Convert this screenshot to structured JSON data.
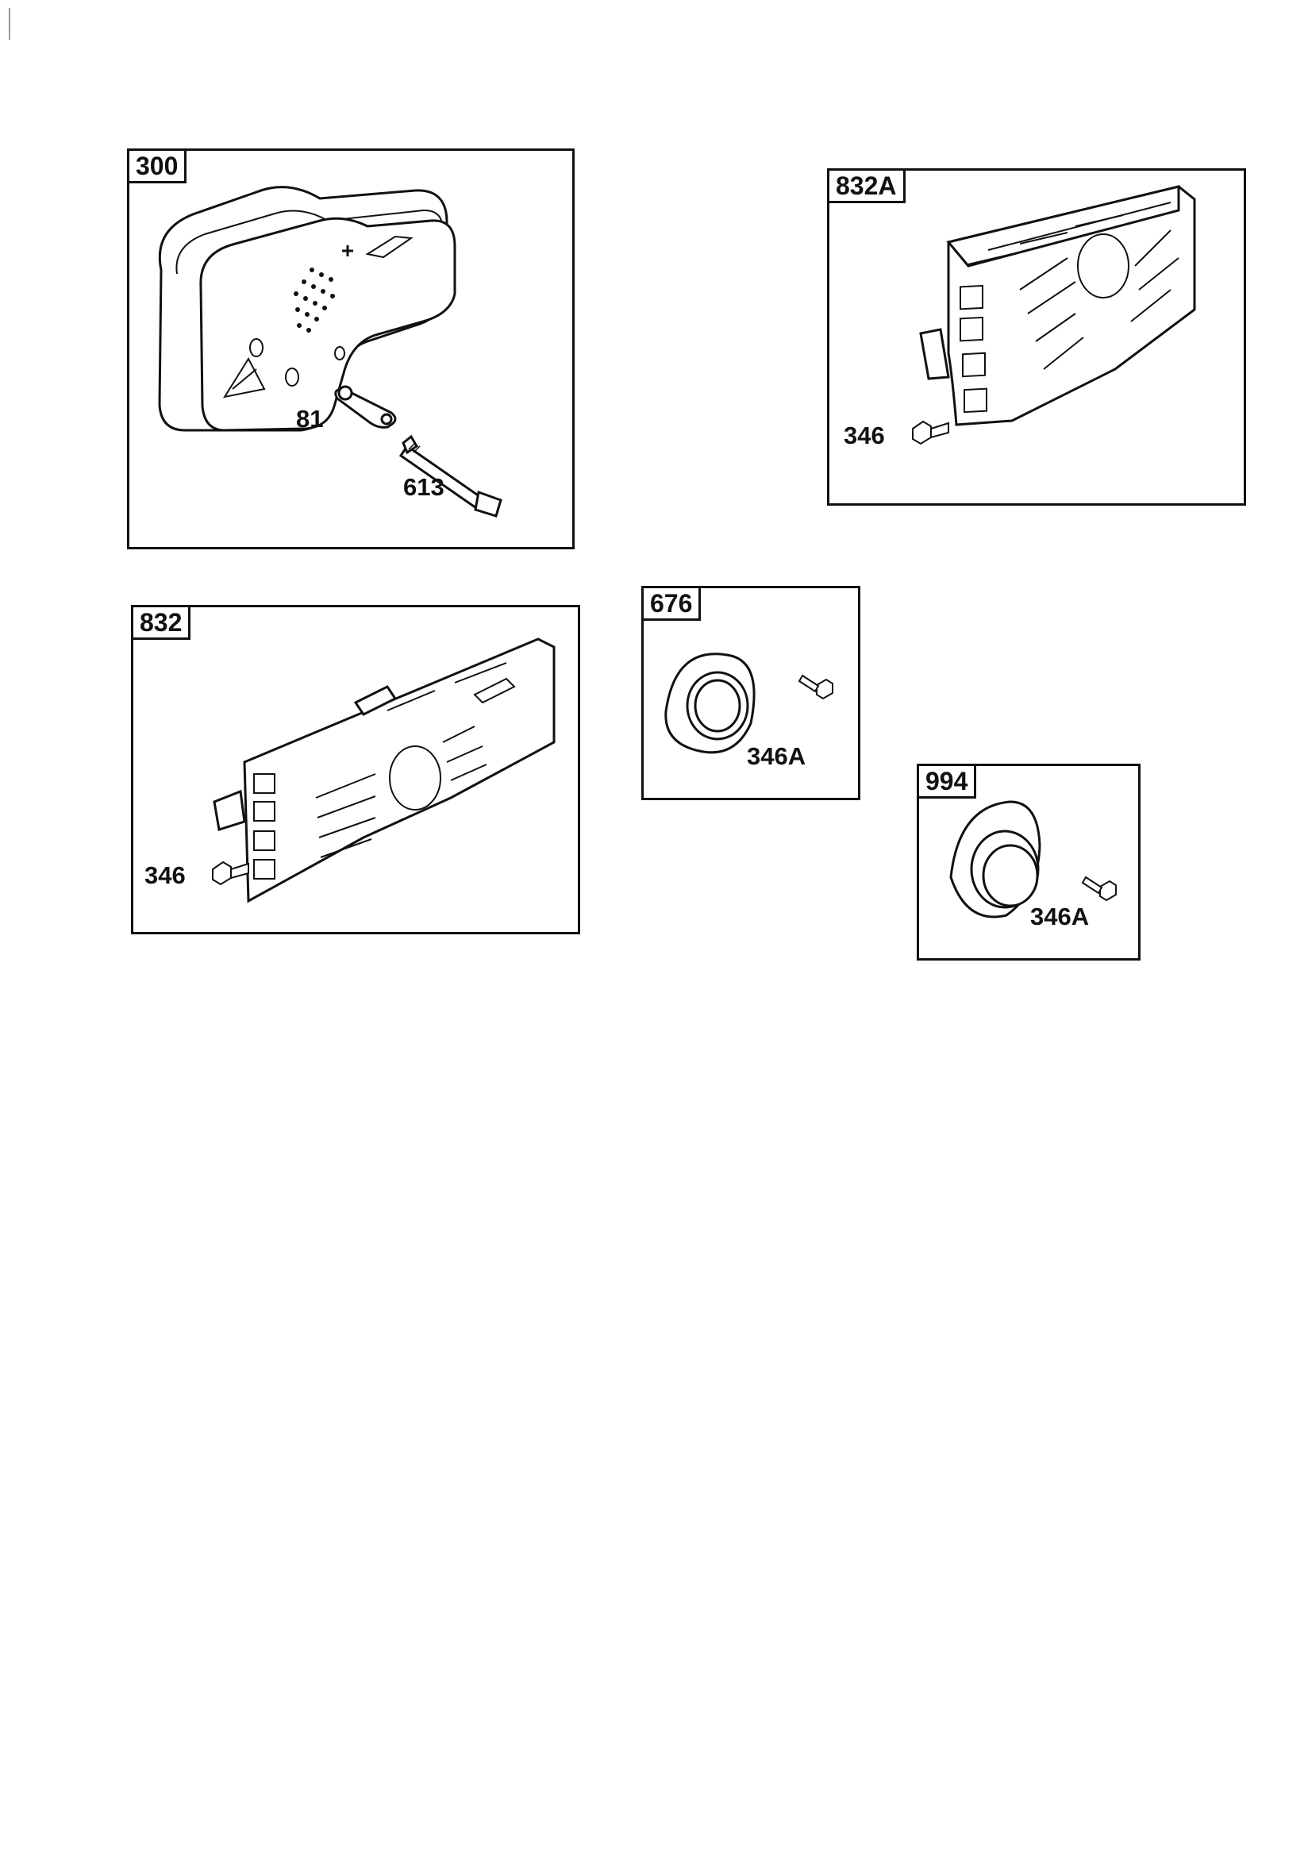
{
  "panels": [
    {
      "id": "300",
      "callouts": [
        "81",
        "613"
      ]
    },
    {
      "id": "832A",
      "callouts": [
        "346"
      ]
    },
    {
      "id": "832",
      "callouts": [
        "346"
      ]
    },
    {
      "id": "676",
      "callouts": [
        "346A"
      ]
    },
    {
      "id": "994",
      "callouts": [
        "346A"
      ]
    }
  ]
}
